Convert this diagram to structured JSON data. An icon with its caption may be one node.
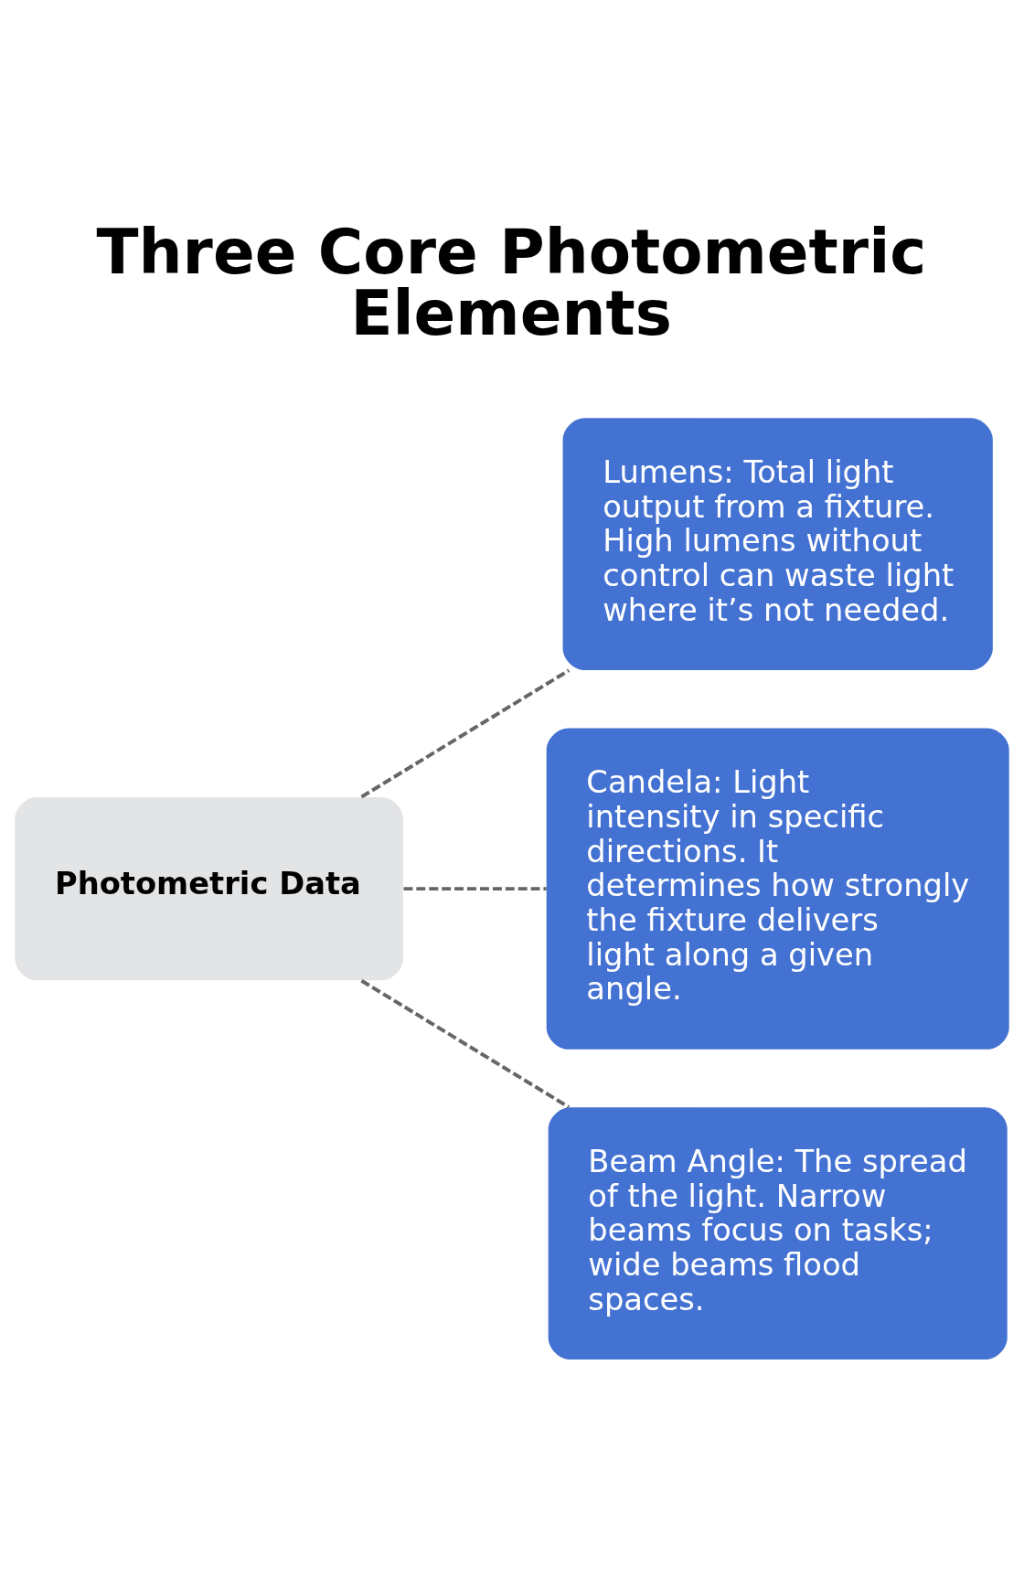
{
  "diagram": {
    "title": "Three Core Photometric Elements",
    "nodes": [
      {
        "text": [
          "Photometric Data"
        ]
      },
      {
        "text": [
          "Lumens: Total light output from a fixture. High lumens without control can waste light where it’s not needed."
        ]
      },
      {
        "text": [
          "Candela: Light intensity in specific directions. It determines how strongly the fixture delivers light along a given angle."
        ]
      },
      {
        "text": [
          "Beam Angle: The spread of the light. Narrow beams focus on tasks; wide beams flood spaces."
        ]
      }
    ],
    "edges": [
      {
        "from": 0,
        "to": 1,
        "arrow": "none",
        "style": "dashed"
      },
      {
        "from": 0,
        "to": 2,
        "arrow": "none",
        "style": "dashed"
      },
      {
        "from": 0,
        "to": 3,
        "arrow": "none",
        "style": "dashed"
      }
    ]
  }
}
